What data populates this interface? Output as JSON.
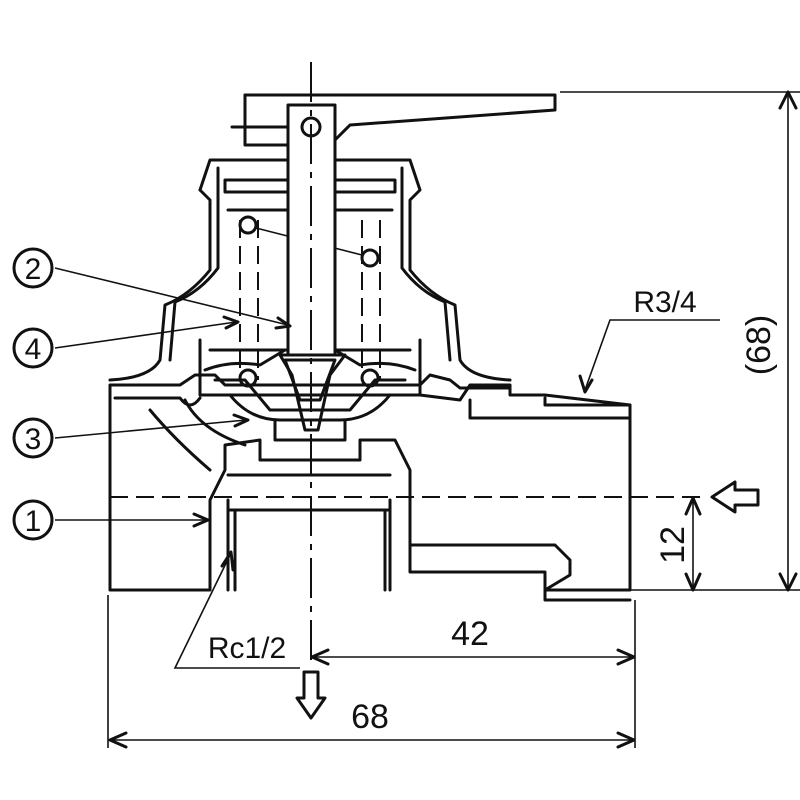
{
  "callouts": [
    {
      "id": "2",
      "label": "2"
    },
    {
      "id": "4",
      "label": "4"
    },
    {
      "id": "3",
      "label": "3"
    },
    {
      "id": "1",
      "label": "1"
    }
  ],
  "thread_labels": {
    "outlet": "R3/4",
    "inlet": "Rc1/2"
  },
  "dimensions": {
    "overall_height": "(68)",
    "center_height": "12",
    "center_to_outlet": "42",
    "overall_width": "68"
  }
}
